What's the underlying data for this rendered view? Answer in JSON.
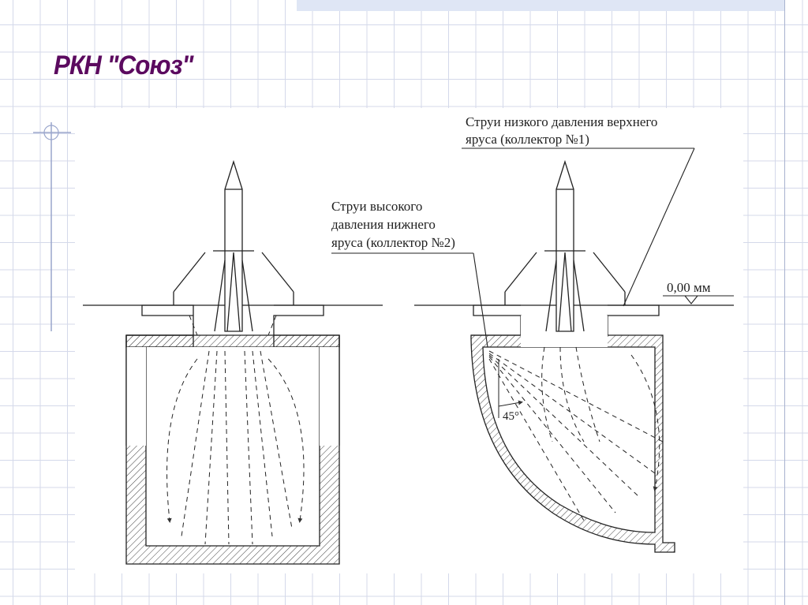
{
  "slide": {
    "title": "РКН \"Союз\"",
    "accent_color": "#5b0a5f"
  },
  "diagram": {
    "label_upper_line1": "Струи низкого давления верхнего",
    "label_upper_line2": "яруса (коллектор №1)",
    "label_lower_line1": "Струи высокого",
    "label_lower_line2": "давления нижнего",
    "label_lower_line3": "яруса (коллектор №2)",
    "level_label": "0,00 мм",
    "angle_label": "45°"
  }
}
